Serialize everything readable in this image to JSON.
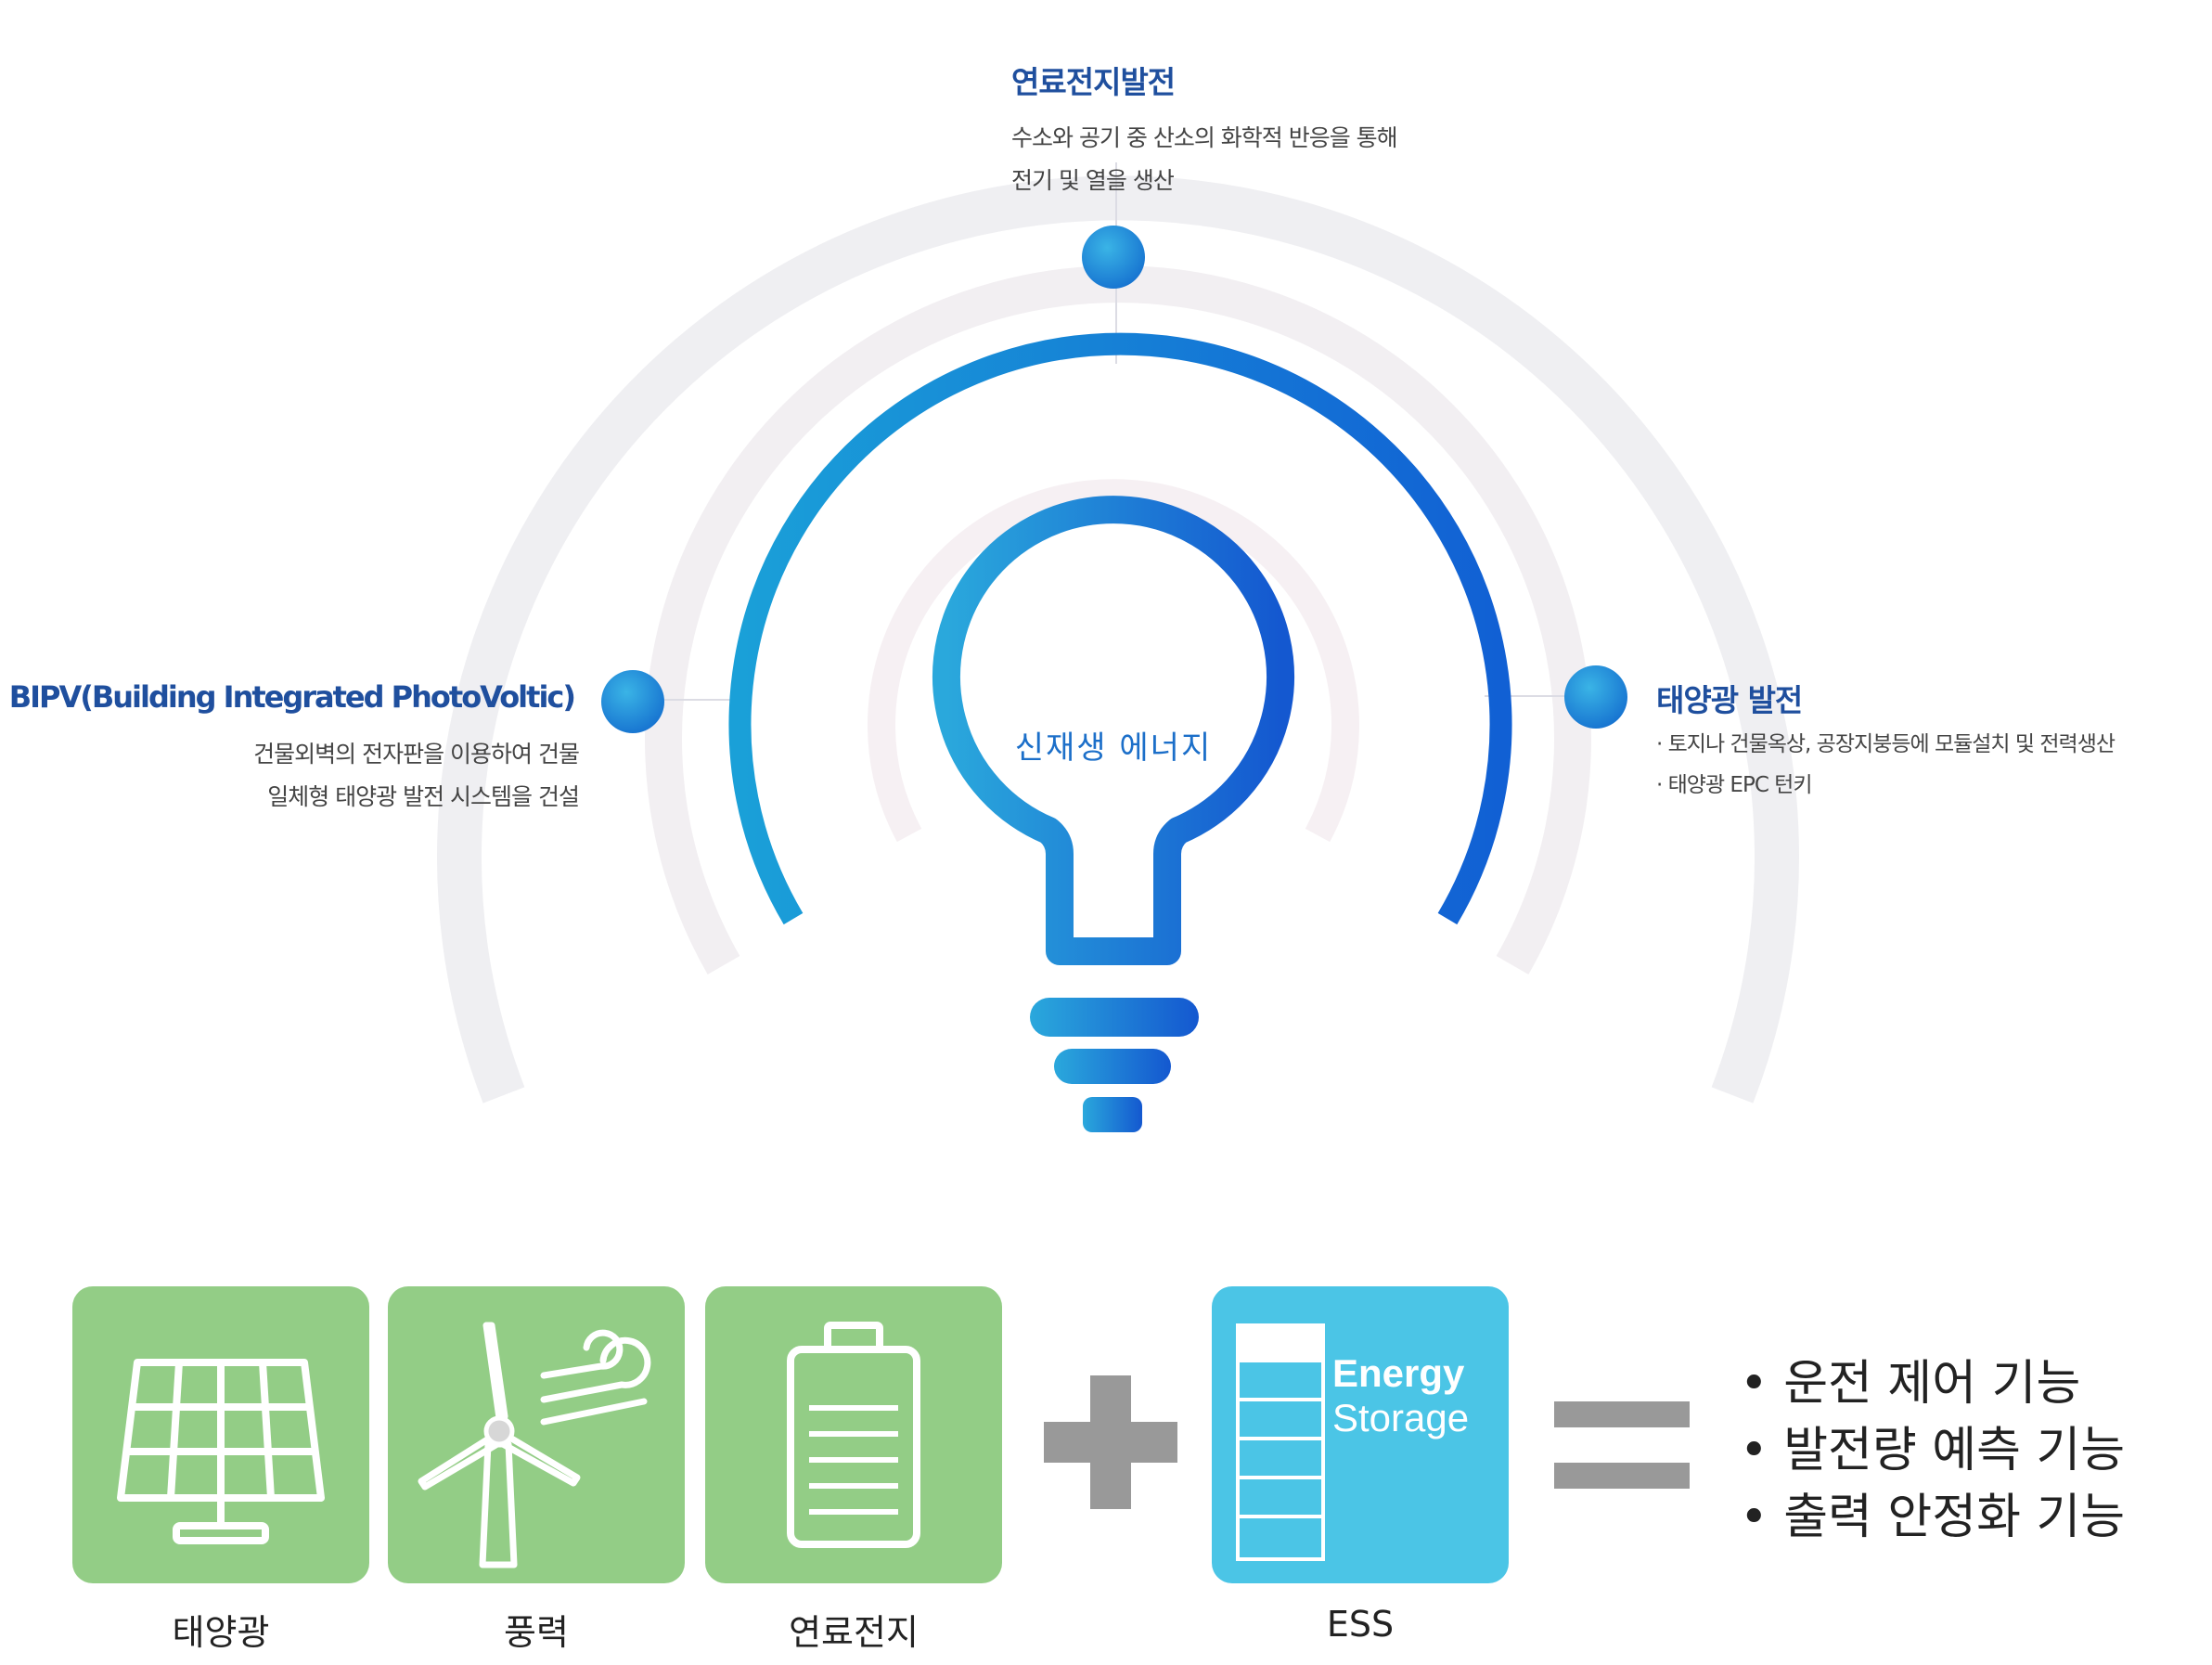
{
  "diagram": {
    "center_label": "신재생 에너지",
    "nodes": [
      {
        "id": "fuel-cell",
        "title": "연료전지발전",
        "description": [
          "수소와 공기 중 산소의 화학적 반응을 통해",
          "전기 및 열을 생산"
        ]
      },
      {
        "id": "bipv",
        "title": "BIPV(Building Integrated PhotoVoltic)",
        "description": [
          "건물외벽의 전자판을 이용하여 건물",
          "일체형 태양광 발전 시스템을 건설"
        ]
      },
      {
        "id": "solar",
        "title": "태양광 발전",
        "description": [
          "· 토지나 건물옥상, 공장지붕등에 모듈설치 및 전력생산",
          "· 태양광 EPC 턴키"
        ]
      }
    ],
    "colors": {
      "arc": "#1a78d6",
      "node": "#1a8fd8",
      "halo": "#ececf0",
      "title": "#1f4f9e"
    }
  },
  "equation": {
    "sources": [
      {
        "label": "태양광",
        "icon": "solar-panel-icon"
      },
      {
        "label": "풍력",
        "icon": "wind-turbine-icon"
      },
      {
        "label": "연료전지",
        "icon": "battery-icon"
      }
    ],
    "plus_icon": "plus-icon",
    "storage": {
      "label": "ESS",
      "word1": "Energy",
      "word2": "Storage",
      "icon": "energy-storage-icon"
    },
    "equals_icon": "equals-icon",
    "features": [
      "• 운전 제어 기능",
      "• 발전량 예측 기능",
      "• 출력 안정화 기능"
    ],
    "colors": {
      "source_tile": "#93cd86",
      "storage_tile": "#4bc5e6",
      "operator": "#999999"
    }
  }
}
